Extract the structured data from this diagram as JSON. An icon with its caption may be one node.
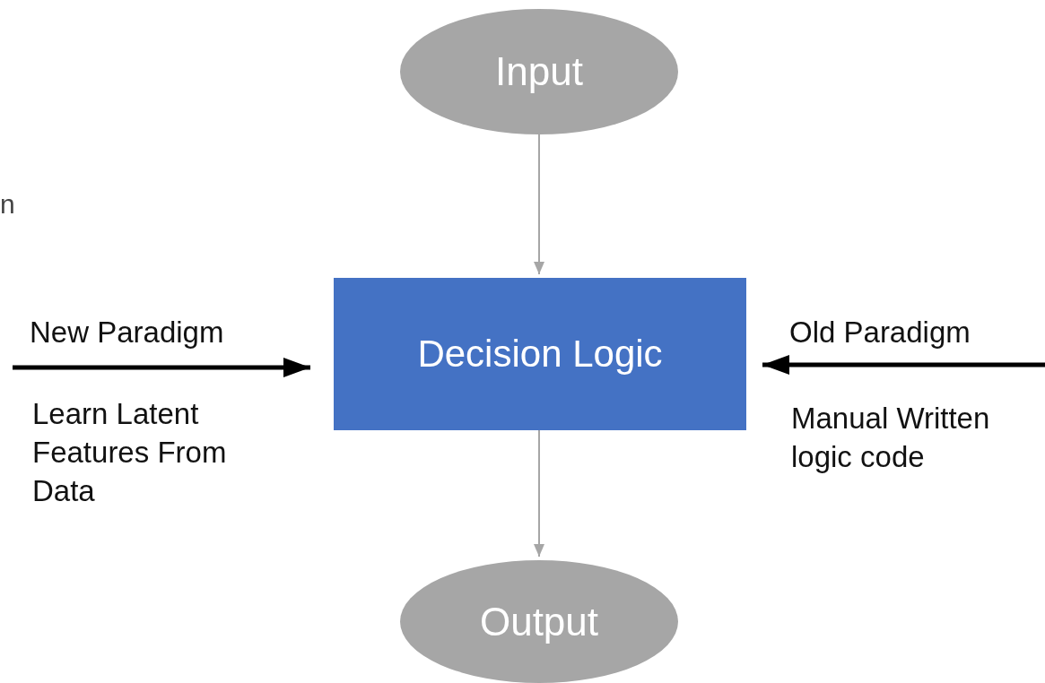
{
  "diagram": {
    "nodes": [
      {
        "text": [
          "Input"
        ]
      },
      {
        "text": [
          "Decision Logic"
        ]
      },
      {
        "text": [
          "Output"
        ]
      }
    ],
    "edges": [
      {
        "from": 0,
        "to": 1,
        "arrow": "to",
        "color": "#a6a6a6"
      },
      {
        "from": 1,
        "to": 2,
        "arrow": "to",
        "color": "#a6a6a6"
      },
      {
        "from": null,
        "to": 1,
        "arrow": "to",
        "style": "thick",
        "color": "#000000"
      },
      {
        "from": null,
        "to": 1,
        "arrow": "to",
        "style": "thick",
        "color": "#000000"
      }
    ],
    "labels": [
      "n",
      "New Paradigm",
      "Old Paradigm",
      "Learn Latent Features From Data",
      "Manual Written logic code"
    ]
  }
}
